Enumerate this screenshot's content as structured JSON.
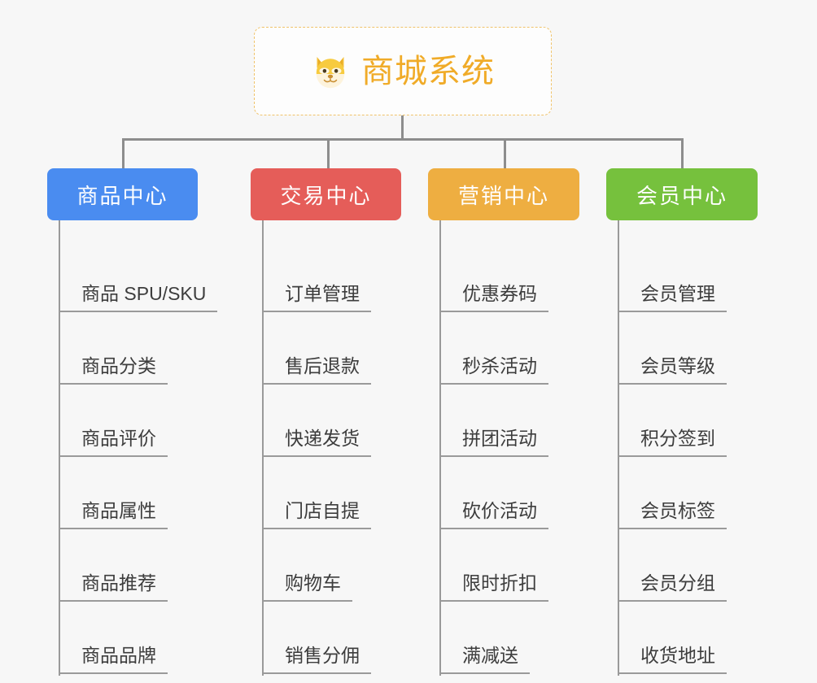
{
  "root": {
    "title": "商城系统",
    "icon": "shiba-dog-face-icon",
    "accent_color": "#f0ab28",
    "border_color": "#f0c36a"
  },
  "canvas": {
    "background_color": "#f7f7f7",
    "connector_color": "#8d8d8d"
  },
  "branches": [
    {
      "label": "商品中心",
      "color": "#4a8cf0",
      "items": [
        "商品 SPU/SKU",
        "商品分类",
        "商品评价",
        "商品属性",
        "商品推荐",
        "商品品牌"
      ]
    },
    {
      "label": "交易中心",
      "color": "#e55d59",
      "items": [
        "订单管理",
        "售后退款",
        "快递发货",
        "门店自提",
        "购物车",
        "销售分佣"
      ]
    },
    {
      "label": "营销中心",
      "color": "#eeae41",
      "items": [
        "优惠券码",
        "秒杀活动",
        "拼团活动",
        "砍价活动",
        "限时折扣",
        "满减送"
      ]
    },
    {
      "label": "会员中心",
      "color": "#76c13d",
      "items": [
        "会员管理",
        "会员等级",
        "积分签到",
        "会员标签",
        "会员分组",
        "收货地址"
      ]
    }
  ]
}
